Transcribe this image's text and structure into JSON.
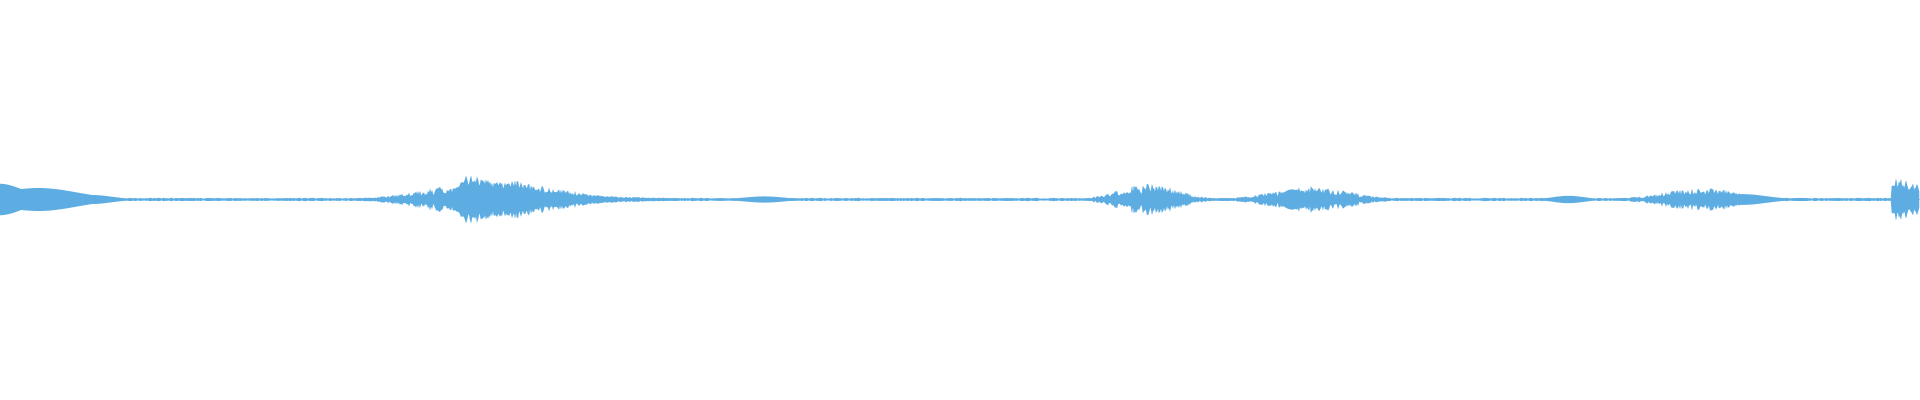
{
  "waveform": {
    "color": "#5DADE2",
    "bursts": [
      {
        "at": 0.0,
        "amplitude": 0.55,
        "decay": 0.012,
        "kind": "blob"
      },
      {
        "at": 0.02,
        "amplitude": 0.4,
        "decay": 0.02,
        "kind": "blob"
      },
      {
        "at": 0.048,
        "amplitude": 0.15,
        "decay": 0.01,
        "kind": "blob"
      },
      {
        "at": 0.242,
        "amplitude": 1.0,
        "decay": 0.035,
        "kind": "spike"
      },
      {
        "at": 0.258,
        "amplitude": 0.7,
        "decay": 0.03,
        "kind": "noisy"
      },
      {
        "at": 0.398,
        "amplitude": 0.1,
        "decay": 0.01,
        "kind": "blob"
      },
      {
        "at": 0.598,
        "amplitude": 0.55,
        "decay": 0.015,
        "kind": "noisy"
      },
      {
        "at": 0.673,
        "amplitude": 0.35,
        "decay": 0.005,
        "kind": "blob"
      },
      {
        "at": 0.683,
        "amplitude": 0.45,
        "decay": 0.02,
        "kind": "noisy"
      },
      {
        "at": 0.817,
        "amplitude": 0.12,
        "decay": 0.008,
        "kind": "blob"
      },
      {
        "at": 0.887,
        "amplitude": 0.4,
        "decay": 0.02,
        "kind": "noisy"
      },
      {
        "at": 0.908,
        "amplitude": 0.18,
        "decay": 0.012,
        "kind": "blob"
      },
      {
        "at": 0.987,
        "amplitude": 0.8,
        "decay": 0.03,
        "kind": "spike"
      }
    ]
  }
}
